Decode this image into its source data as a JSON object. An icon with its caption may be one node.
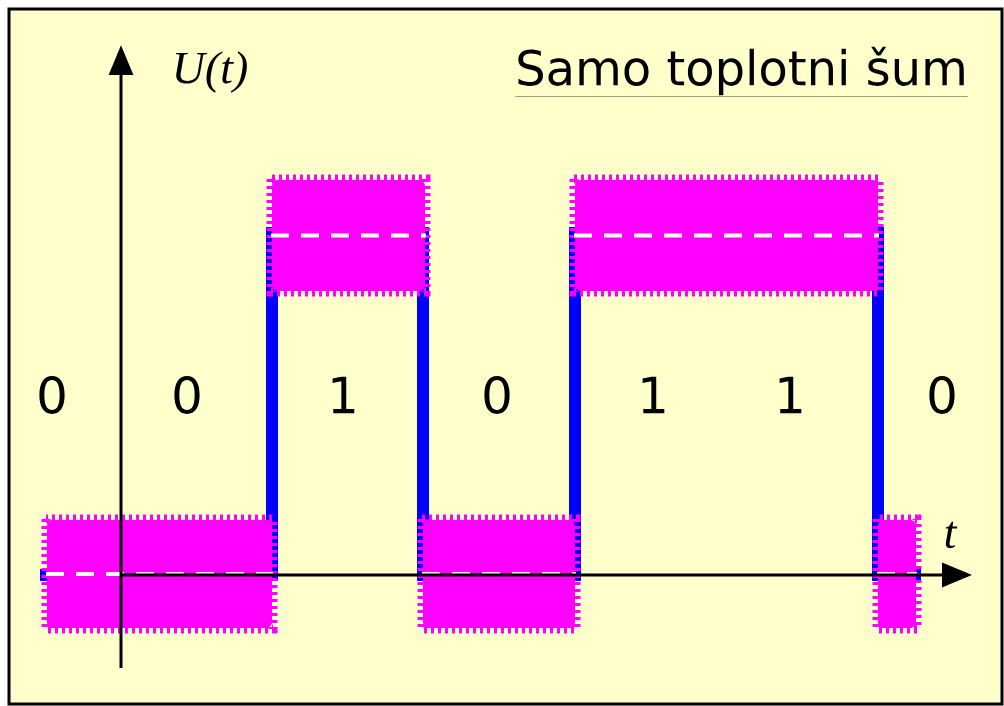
{
  "diagram": {
    "title": "Samo toplotni šum",
    "labels": [
      "U(t)",
      "t",
      "0",
      "0",
      "1",
      "0",
      "1",
      "1",
      "0"
    ]
  }
}
